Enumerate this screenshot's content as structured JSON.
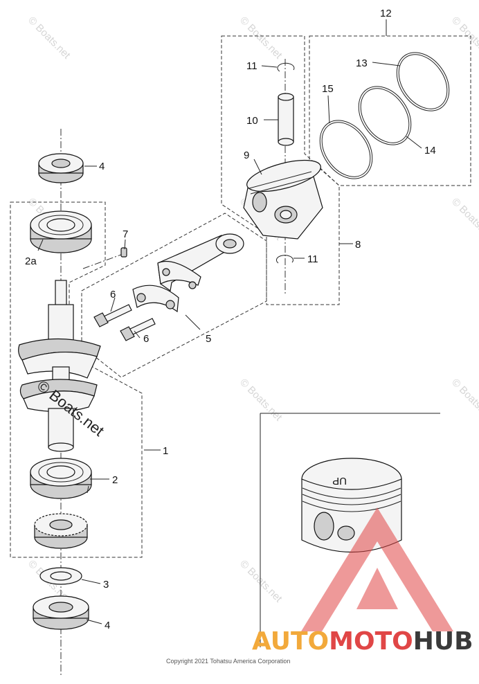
{
  "callouts": {
    "c1": "1",
    "c2": "2",
    "c2a": "2a",
    "c3": "3",
    "c4a": "4",
    "c4b": "4",
    "c5": "5",
    "c6a": "6",
    "c6b": "6",
    "c7": "7",
    "c8": "8",
    "c9": "9",
    "c10": "10",
    "c11a": "11",
    "c11b": "11",
    "c12": "12",
    "c13": "13",
    "c14": "14",
    "c15": "15"
  },
  "watermark": {
    "text": "© Boats.net"
  },
  "piston_mark": {
    "text": "UP"
  },
  "copyright": "Copyright 2021 Tohatsu America Corporation",
  "logo": {
    "part1": "AUTO",
    "part2": "MOTO",
    "part3": "HUB"
  },
  "colors": {
    "logo_orange": "#f2a93b",
    "logo_red": "#e04646",
    "logo_dark": "#3a3a3a"
  }
}
